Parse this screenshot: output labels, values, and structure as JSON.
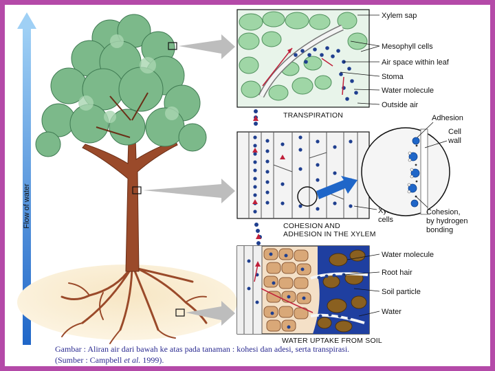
{
  "axis": {
    "flow_label": "Flow of water"
  },
  "panels": {
    "transpiration": {
      "title": "TRANSPIRATION",
      "labels": [
        "Xylem sap",
        "Mesophyll cells",
        "Air space within leaf",
        "Stoma",
        "Water molecule",
        "Outside air"
      ]
    },
    "xylem": {
      "title_line1": "COHESION AND",
      "title_line2": "ADHESION IN THE XYLEM",
      "labels": {
        "xylem_cells_1": "Xylem",
        "xylem_cells_2": "cells"
      }
    },
    "zoom": {
      "adhesion": "Adhesion",
      "cell_wall_1": "Cell",
      "cell_wall_2": "wall",
      "cohesion_1": "Cohesion,",
      "cohesion_2": "by hydrogen",
      "cohesion_3": "bonding"
    },
    "soil": {
      "title": "WATER UPTAKE FROM SOIL",
      "labels": [
        "Water molecule",
        "Root hair",
        "Soil particle",
        "Water"
      ]
    }
  },
  "caption": {
    "line1": "Gambar : Aliran air dari bawah ke atas pada tanaman : kohesi dan adesi, serta transpirasi.",
    "line2_prefix": "(Sumber : Campbell ",
    "line2_italic": "et al.",
    "line2_suffix": " 1999)."
  },
  "colors": {
    "border": "#b44aa8",
    "arrow": "#2e7fd0",
    "leaf_cell": "#9fd6a6",
    "water": "#1f3f8f",
    "xylem_red": "#c0203a",
    "soil": "#d9a878",
    "root": "#9a4a2a"
  }
}
